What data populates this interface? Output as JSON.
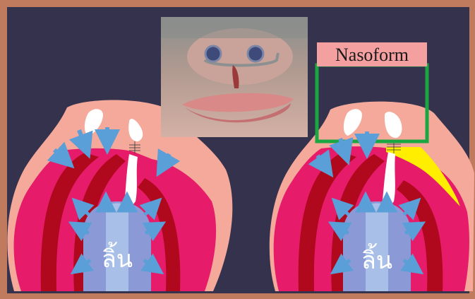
{
  "slide": {
    "nasoform_label": "Nasoform",
    "tongue_label_left": "ลิ้น",
    "tongue_label_right": "ลิ้น"
  },
  "photo": {
    "subject": "infant-nose-with-nasoalveolar-molding-device"
  },
  "colors": {
    "frame": "#c07a5e",
    "slide_background": "#34324d",
    "skin_pink": "#f4a99b",
    "magenta": "#e61c6a",
    "dark_red": "#b0081d",
    "tongue": "#8b9ad6",
    "arrow": "#5a9fd8",
    "nasoform_border": "#1aa640",
    "label_box": "#f4a0a0",
    "yellow": "#ffee00"
  }
}
